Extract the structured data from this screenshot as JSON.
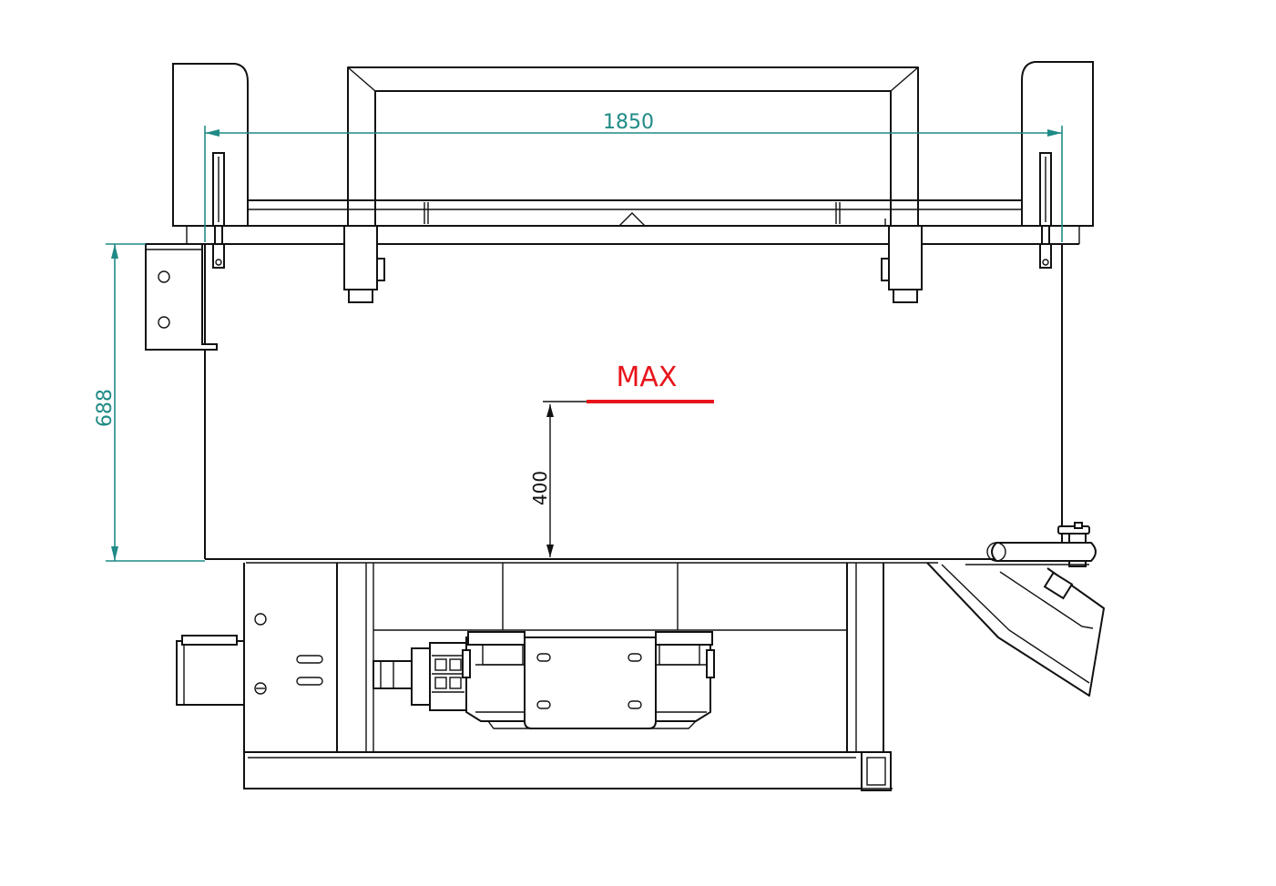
{
  "dimensions": {
    "width_label": "1850",
    "height_label": "688",
    "fill_height_label": "400"
  },
  "max_marker": {
    "label": "MAX",
    "color": "#e8141b"
  },
  "colors": {
    "dimension": "#1f8a86",
    "outline": "#111111"
  }
}
